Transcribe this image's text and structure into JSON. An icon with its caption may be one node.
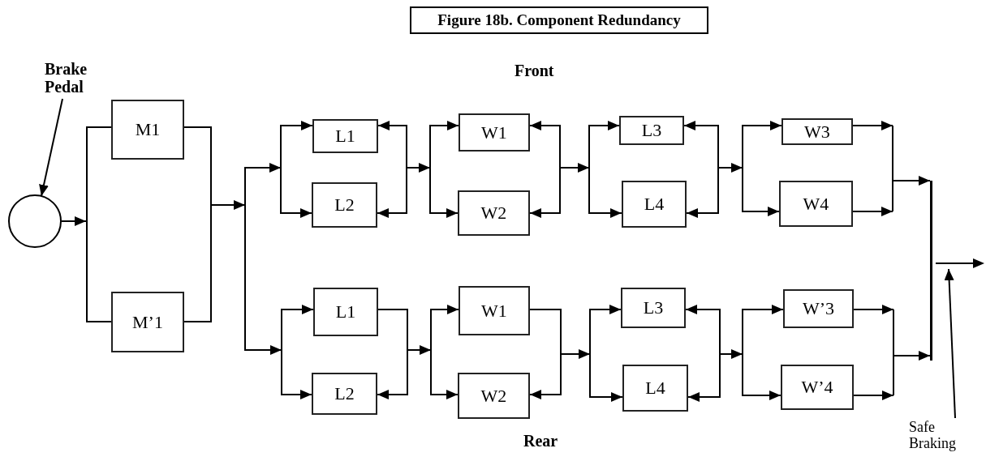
{
  "diagram": {
    "title": "Figure 18b. Component Redundancy",
    "nodes": [
      {
        "text": [
          "Brake Pedal"
        ]
      },
      {
        "text": [],
        "shape": "circle"
      },
      {
        "text": [
          "M1"
        ]
      },
      {
        "text": [
          "M’1"
        ]
      },
      {
        "text": [
          "L1"
        ]
      },
      {
        "text": [
          "L2"
        ]
      },
      {
        "text": [
          "W1"
        ]
      },
      {
        "text": [
          "W2"
        ]
      },
      {
        "text": [
          "L3"
        ]
      },
      {
        "text": [
          "L4"
        ]
      },
      {
        "text": [
          "W3"
        ]
      },
      {
        "text": [
          "W4"
        ]
      },
      {
        "text": [
          "L1"
        ]
      },
      {
        "text": [
          "L2"
        ]
      },
      {
        "text": [
          "W1"
        ]
      },
      {
        "text": [
          "W2"
        ]
      },
      {
        "text": [
          "L3"
        ]
      },
      {
        "text": [
          "L4"
        ]
      },
      {
        "text": [
          "W’3"
        ]
      },
      {
        "text": [
          "W’4"
        ]
      },
      {
        "text": [],
        "shape": "bar"
      },
      {
        "text": [
          "Safe Braking"
        ]
      },
      {
        "text": [],
        "shape": "arrow"
      },
      {
        "text": [],
        "shape": "bar"
      }
    ],
    "edges": [
      {
        "from": 0,
        "to": 1,
        "arrow": "to"
      },
      {
        "from": 1,
        "to": 20,
        "arrow": "to"
      },
      {
        "from": 20,
        "to": 2,
        "arrow": "none"
      },
      {
        "from": 20,
        "to": 3,
        "arrow": "none"
      },
      {
        "from": 2,
        "to": 4,
        "arrow": "to"
      },
      {
        "from": 2,
        "to": 5,
        "arrow": "to"
      },
      {
        "from": 2,
        "to": 12,
        "arrow": "to"
      },
      {
        "from": 2,
        "to": 13,
        "arrow": "to"
      },
      {
        "from": 3,
        "to": 4,
        "arrow": "to"
      },
      {
        "from": 3,
        "to": 5,
        "arrow": "to"
      },
      {
        "from": 3,
        "to": 12,
        "arrow": "to"
      },
      {
        "from": 3,
        "to": 13,
        "arrow": "to"
      },
      {
        "from": 4,
        "to": 6,
        "arrow": "both"
      },
      {
        "from": 4,
        "to": 7,
        "arrow": "both"
      },
      {
        "from": 5,
        "to": 6,
        "arrow": "both"
      },
      {
        "from": 5,
        "to": 7,
        "arrow": "both"
      },
      {
        "from": 6,
        "to": 8,
        "arrow": "both"
      },
      {
        "from": 6,
        "to": 9,
        "arrow": "both"
      },
      {
        "from": 7,
        "to": 8,
        "arrow": "both"
      },
      {
        "from": 7,
        "to": 9,
        "arrow": "both"
      },
      {
        "from": 8,
        "to": 10,
        "arrow": "both"
      },
      {
        "from": 8,
        "to": 11,
        "arrow": "both"
      },
      {
        "from": 9,
        "to": 10,
        "arrow": "both"
      },
      {
        "from": 9,
        "to": 11,
        "arrow": "both"
      },
      {
        "from": 10,
        "to": 23,
        "arrow": "to"
      },
      {
        "from": 11,
        "to": 23,
        "arrow": "to"
      },
      {
        "from": 12,
        "to": 14,
        "arrow": "to"
      },
      {
        "from": 12,
        "to": 15,
        "arrow": "to"
      },
      {
        "from": 13,
        "to": 14,
        "arrow": "both"
      },
      {
        "from": 13,
        "to": 15,
        "arrow": "both"
      },
      {
        "from": 14,
        "to": 16,
        "arrow": "to"
      },
      {
        "from": 14,
        "to": 17,
        "arrow": "to"
      },
      {
        "from": 15,
        "to": 16,
        "arrow": "both"
      },
      {
        "from": 15,
        "to": 17,
        "arrow": "both"
      },
      {
        "from": 16,
        "to": 18,
        "arrow": "both"
      },
      {
        "from": 16,
        "to": 19,
        "arrow": "both"
      },
      {
        "from": 17,
        "to": 18,
        "arrow": "both"
      },
      {
        "from": 17,
        "to": 19,
        "arrow": "both"
      },
      {
        "from": 18,
        "to": 23,
        "arrow": "to"
      },
      {
        "from": 19,
        "to": 23,
        "arrow": "to"
      },
      {
        "from": 21,
        "to": 22,
        "arrow": "to"
      }
    ],
    "labels": [
      "Front",
      "Rear"
    ]
  }
}
